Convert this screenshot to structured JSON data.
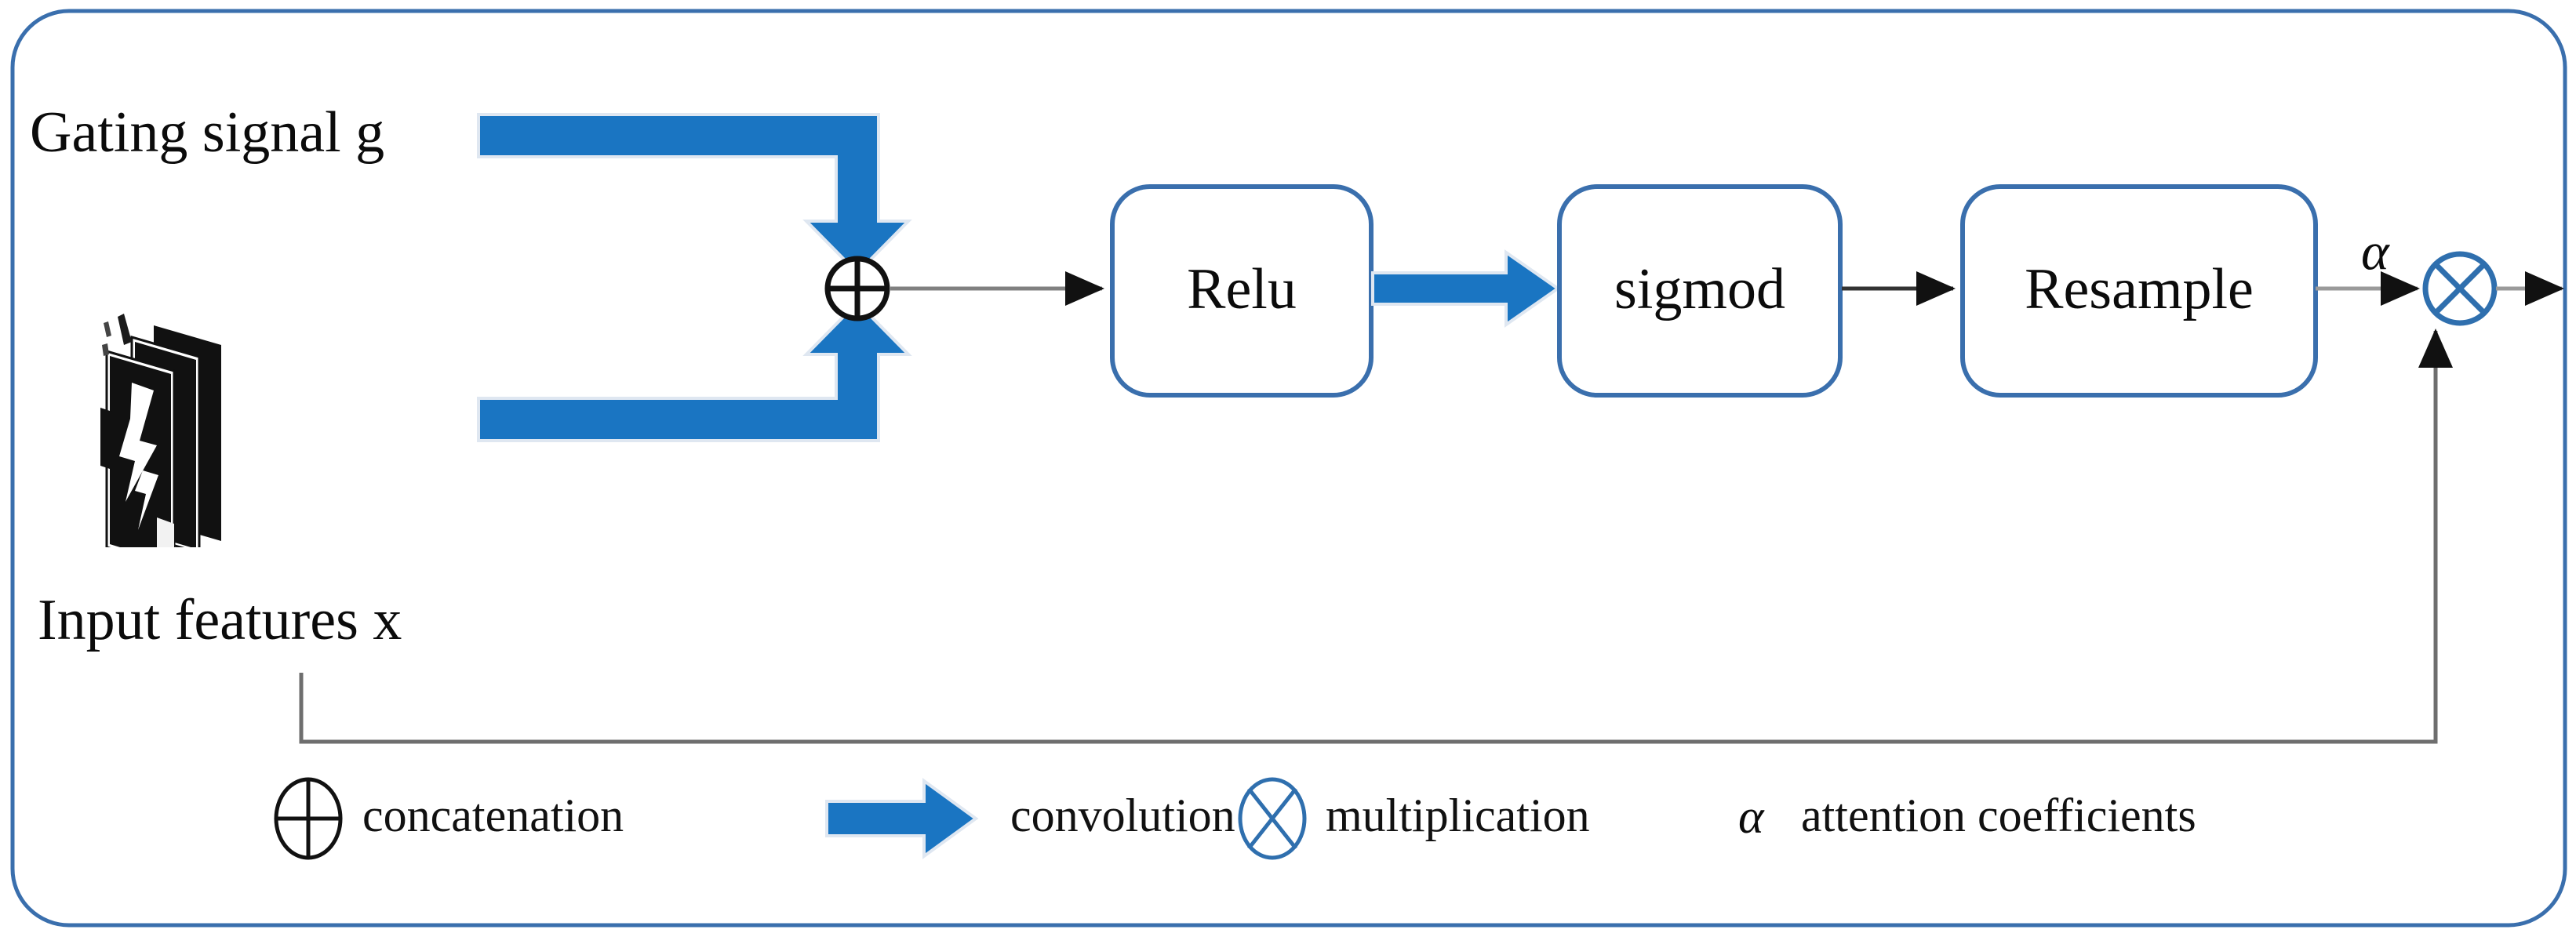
{
  "figure": {
    "kind": "attention-gate-block-diagram",
    "background_color": "#ffffff",
    "outer_border_color": "#3a6fad",
    "accent_blue": "#1a75c2",
    "box_border_color": "#3a6fad",
    "line_color": "#808080",
    "symbol_black": "#111111"
  },
  "inputs": {
    "gating_label": "Gating signal g",
    "features_label": "Input features x",
    "features_thumbnail_name": "feature-map-stack"
  },
  "nodes": {
    "concat_symbol": "⊕",
    "relu_label": "Relu",
    "sigmod_label": "sigmod",
    "resample_label": "Resample",
    "multiply_symbol": "⊗",
    "alpha_symbol": "α"
  },
  "legend": {
    "items": [
      {
        "icon": "circle-plus-icon",
        "label": "concatenation"
      },
      {
        "icon": "blue-arrow-icon",
        "label": "convolution"
      },
      {
        "icon": "circle-times-icon",
        "label": "multiplication"
      },
      {
        "icon": "alpha-icon",
        "label": "attention  coefficients",
        "symbol": "α"
      }
    ]
  },
  "flow": {
    "edges": [
      {
        "from": "gating signal g",
        "to": "concatenation",
        "style": "thick-blue-convolution"
      },
      {
        "from": "input features x",
        "to": "concatenation",
        "style": "thick-blue-convolution"
      },
      {
        "from": "concatenation",
        "to": "Relu",
        "style": "thin-arrow"
      },
      {
        "from": "Relu",
        "to": "sigmod",
        "style": "thick-blue-convolution"
      },
      {
        "from": "sigmod",
        "to": "Resample",
        "style": "thin-arrow"
      },
      {
        "from": "Resample",
        "to": "multiplication",
        "style": "thin-arrow",
        "label": "α"
      },
      {
        "from": "input features x",
        "to": "multiplication",
        "style": "thin-skip-connection"
      },
      {
        "from": "multiplication",
        "to": "output",
        "style": "thin-arrow"
      }
    ]
  }
}
